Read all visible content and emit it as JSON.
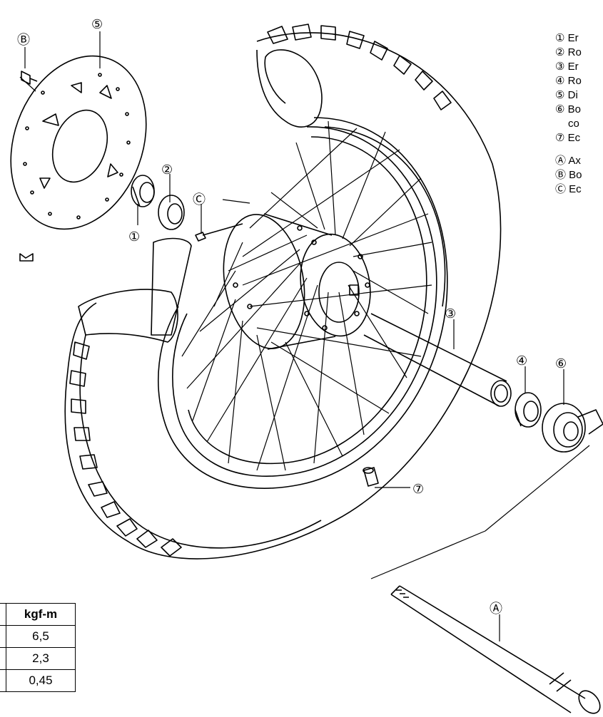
{
  "callouts": {
    "c1": "①",
    "c2": "②",
    "c3": "③",
    "c4": "④",
    "c5": "⑤",
    "c6": "⑥",
    "c7": "⑦",
    "cA": "Ⓐ",
    "cB": "Ⓑ",
    "cC": "Ⓒ"
  },
  "legend": [
    "① Er",
    "② Ro",
    "③ Er",
    "④ Ro",
    "⑤ Di",
    "⑥ Bo",
    "co",
    "⑦ Ec",
    "Ⓐ Ax",
    "Ⓑ Bo",
    "Ⓒ Ec"
  ],
  "torque_table": {
    "header": "kgf-m",
    "values": [
      "6,5",
      "2,3",
      "0,45"
    ]
  }
}
